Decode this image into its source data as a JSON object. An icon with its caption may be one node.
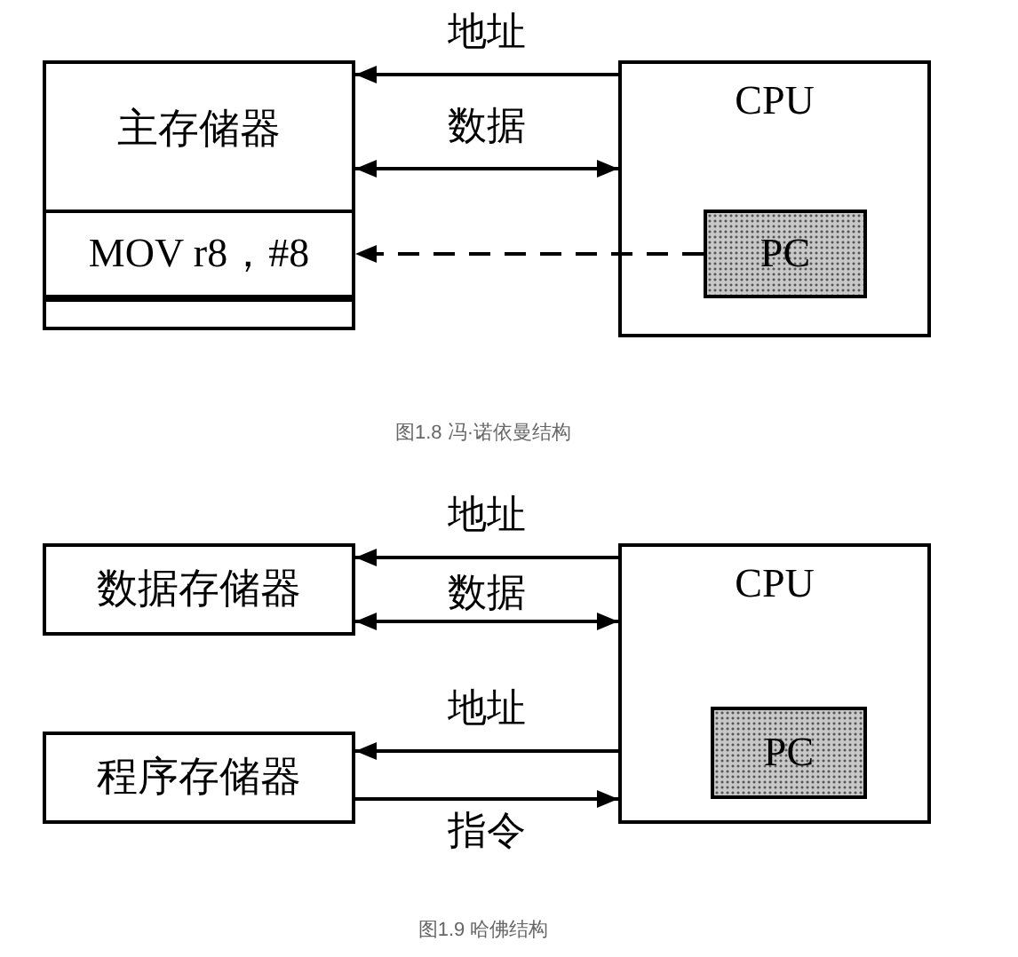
{
  "diagram": {
    "nodes": [
      {
        "text": [
          "主存储器"
        ]
      },
      {
        "text": [
          "MOV r8，#8"
        ],
        "in": 0
      },
      {
        "text": [],
        "shape": "box",
        "in": 0
      },
      {
        "text": [
          "CPU"
        ]
      },
      {
        "text": [
          "PC"
        ],
        "in": 3
      },
      {
        "text": [
          "数据存储器"
        ]
      },
      {
        "text": [
          "程序存储器"
        ]
      },
      {
        "text": [
          "CPU"
        ]
      },
      {
        "text": [
          "PC"
        ],
        "in": 7
      }
    ],
    "edges": [
      {
        "from": 3,
        "to": 0,
        "arrow": "to",
        "label": "地址"
      },
      {
        "from": 0,
        "to": 3,
        "arrow": "both",
        "label": "数据"
      },
      {
        "from": 4,
        "to": 1,
        "arrow": "to",
        "style": "dashed"
      },
      {
        "from": 7,
        "to": 5,
        "arrow": "to",
        "label": "地址"
      },
      {
        "from": 5,
        "to": 7,
        "arrow": "both",
        "label": "数据"
      },
      {
        "from": 7,
        "to": 6,
        "arrow": "to",
        "label": "地址"
      },
      {
        "from": 6,
        "to": 7,
        "arrow": "to",
        "label": "指令"
      }
    ],
    "labels": [
      "图1.8 冯·诺依曼结构",
      "图1.9 哈佛结构"
    ]
  }
}
